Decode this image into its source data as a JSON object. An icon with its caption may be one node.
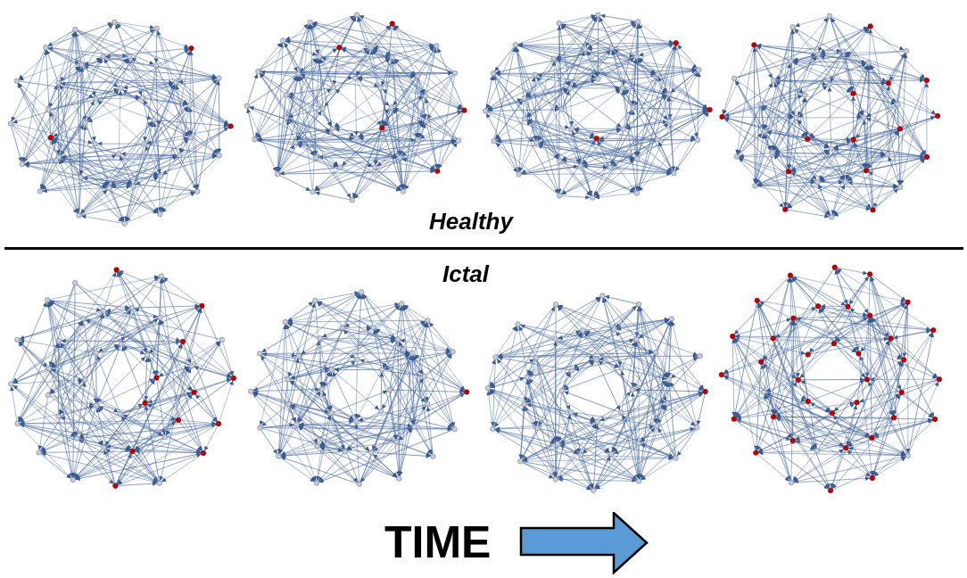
{
  "diagram": {
    "nodes": [
      {
        "text": [],
        "shape": "picture"
      },
      {
        "text": [],
        "shape": "picture"
      },
      {
        "text": [],
        "shape": "picture"
      },
      {
        "text": [],
        "shape": "picture"
      },
      {
        "text": [],
        "shape": "picture"
      },
      {
        "text": [],
        "shape": "picture"
      },
      {
        "text": [],
        "shape": "picture"
      },
      {
        "text": [],
        "shape": "picture"
      }
    ],
    "edges": [],
    "labels": [
      "Healthy",
      "Ictal",
      "TIME"
    ]
  }
}
